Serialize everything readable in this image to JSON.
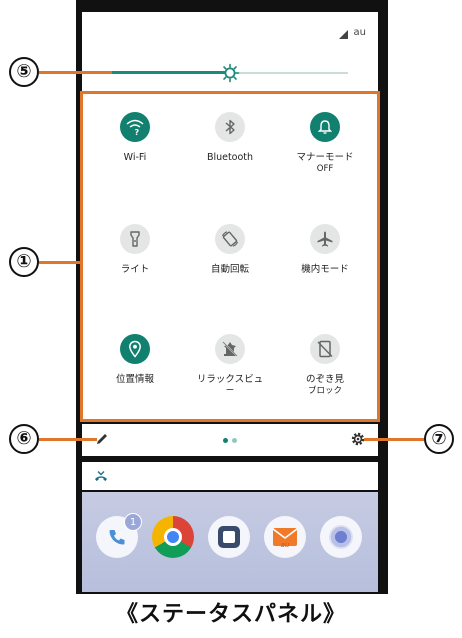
{
  "status_bar": {
    "carrier": "au"
  },
  "brightness": {
    "level": 0.5
  },
  "quick_settings": [
    {
      "label": "Wi-Fi",
      "sub": "",
      "icon": "wifi-icon",
      "active": true
    },
    {
      "label": "Bluetooth",
      "sub": "",
      "icon": "bluetooth-icon",
      "active": false
    },
    {
      "label": "マナーモード",
      "sub": "OFF",
      "icon": "bell-icon",
      "active": true
    },
    {
      "label": "ライト",
      "sub": "",
      "icon": "flashlight-icon",
      "active": false
    },
    {
      "label": "自動回転",
      "sub": "",
      "icon": "rotate-icon",
      "active": false
    },
    {
      "label": "機内モード",
      "sub": "",
      "icon": "airplane-icon",
      "active": false
    },
    {
      "label": "位置情報",
      "sub": "",
      "icon": "location-icon",
      "active": true
    },
    {
      "label": "リラックスビュ",
      "sub": "ー",
      "icon": "relax-view-icon",
      "active": false
    },
    {
      "label": "のぞき見",
      "sub": "ブロック",
      "icon": "peek-block-icon",
      "active": false
    }
  ],
  "callouts": {
    "c1": "①",
    "c5": "⑤",
    "c6": "⑥",
    "c7": "⑦"
  },
  "dock": {
    "phone_badge": "1",
    "mail_label": "au"
  },
  "caption": "《ステータスパネル》",
  "colors": {
    "accent": "#11806e",
    "callout_line": "#e0762a"
  }
}
